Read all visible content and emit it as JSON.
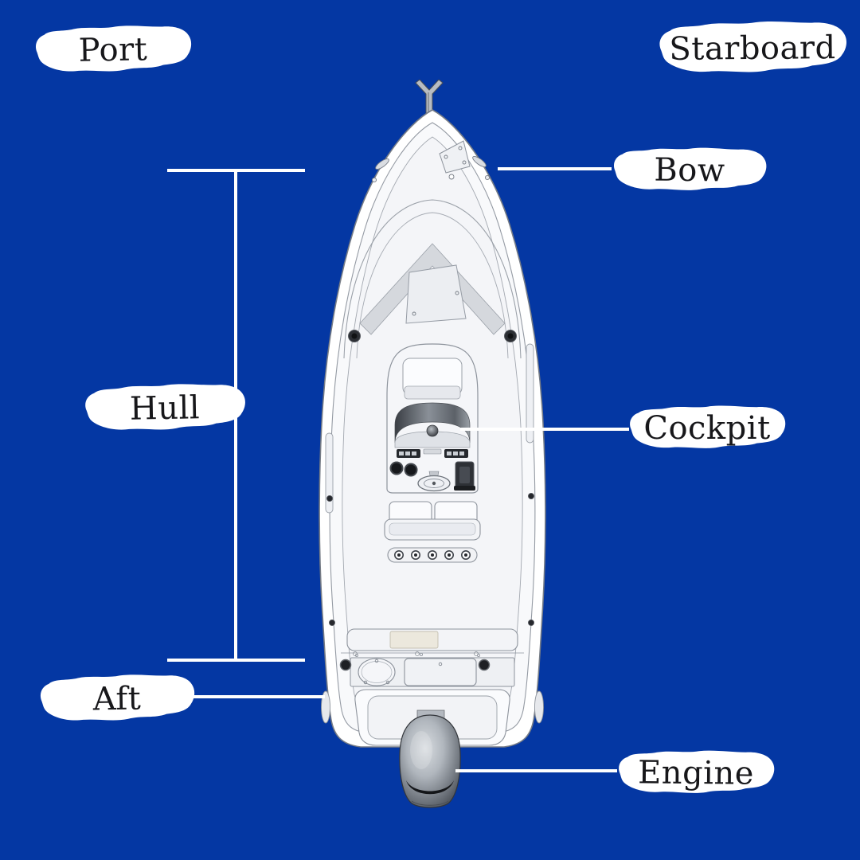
{
  "page": {
    "background_color": "#0437a3",
    "subject": "center-console-boat-top-view-anatomy"
  },
  "colors": {
    "label_background": "#ffffff",
    "label_text": "#17171a",
    "connector_line": "#ffffff",
    "engine_dark": "#3a3f46"
  },
  "labels": {
    "port": "Port",
    "starboard": "Starboard",
    "bow": "Bow",
    "hull": "Hull",
    "cockpit": "Cockpit",
    "aft": "Aft",
    "engine": "Engine"
  }
}
